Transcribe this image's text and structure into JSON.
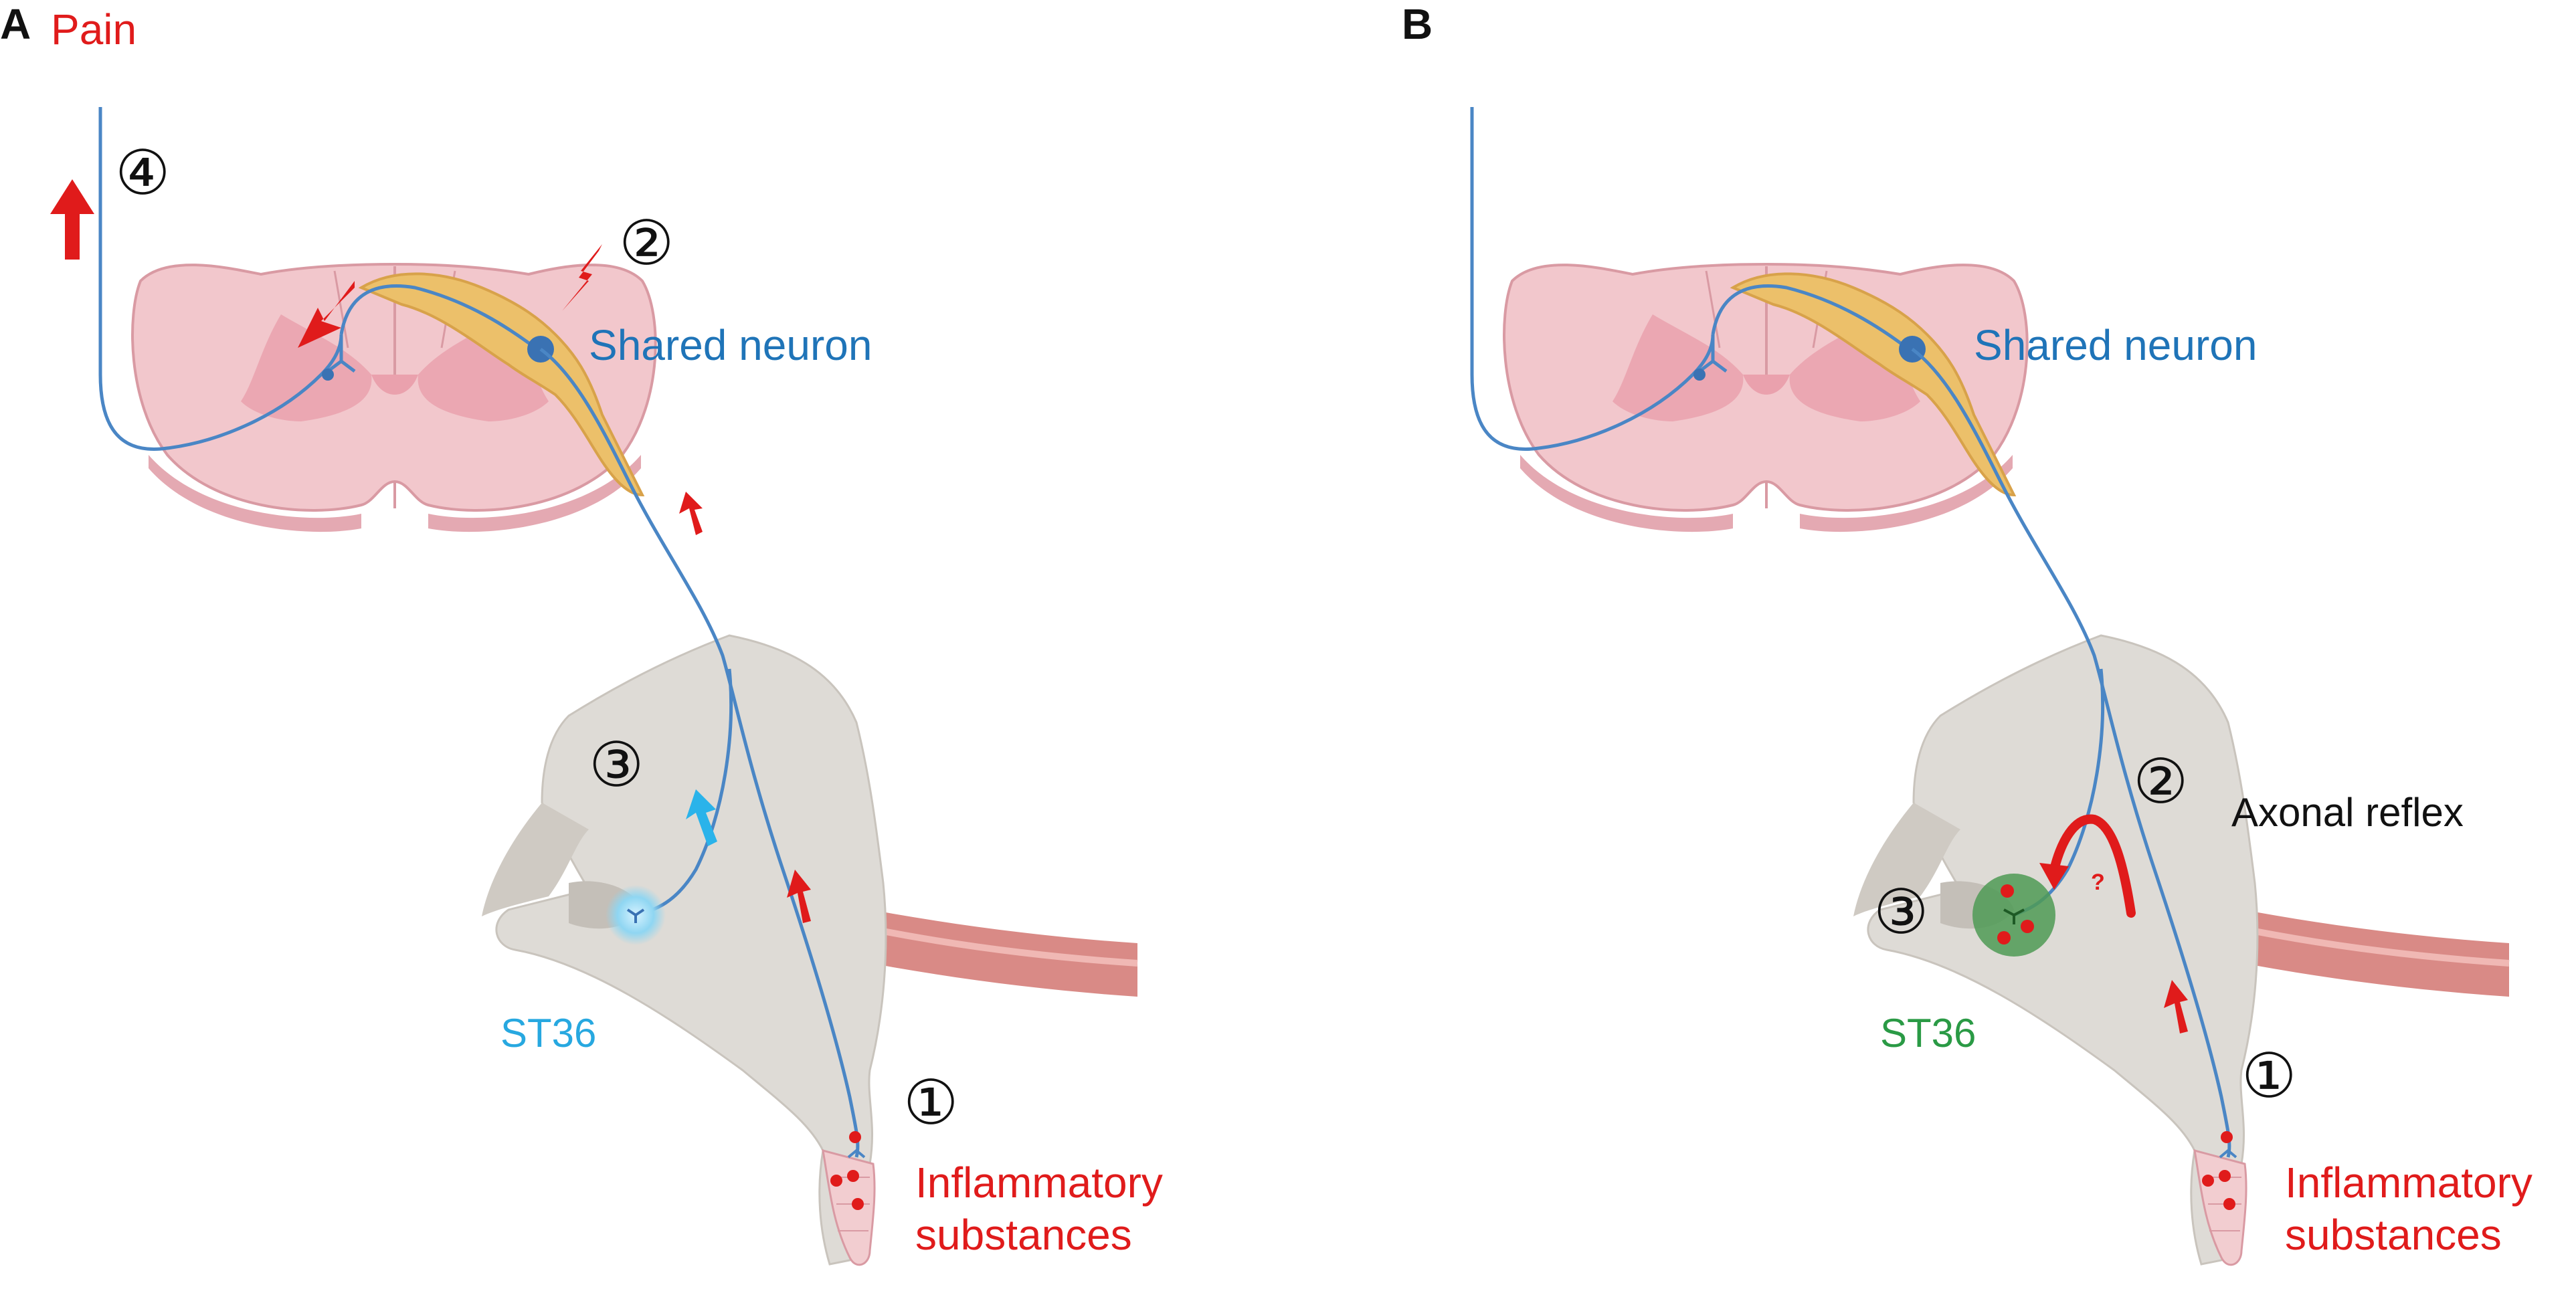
{
  "panel_a": {
    "letter": "A",
    "pain_label": "Pain",
    "steps": [
      "①",
      "②",
      "③",
      "④"
    ],
    "shared_neuron_label": "Shared neuron",
    "acupoint_label": "ST36",
    "inflammatory_label_line1": "Inflammatory",
    "inflammatory_label_line2": "substances"
  },
  "panel_b": {
    "letter": "B",
    "steps": [
      "①",
      "②",
      "③"
    ],
    "shared_neuron_label": "Shared neuron",
    "axonal_reflex_label": "Axonal reflex",
    "question_mark": "?",
    "acupoint_label": "ST36",
    "inflammatory_label_line1": "Inflammatory",
    "inflammatory_label_line2": "substances"
  },
  "colors": {
    "neuron": "#4a86c5",
    "arrow_red": "#e01b1b",
    "arrow_cyan": "#2ab3ea",
    "acupoint_a": "#8fd6f2",
    "acupoint_b": "#4f9a55",
    "spinal_cord": "#f2c7cc",
    "ganglion": "#ecc06a",
    "leg": "#dedbd6",
    "muscle": "#d98a86"
  },
  "icons": [
    "spinal-cord-icon",
    "ganglion-icon",
    "leg-icon",
    "lightning-icon",
    "arrow-icon"
  ]
}
